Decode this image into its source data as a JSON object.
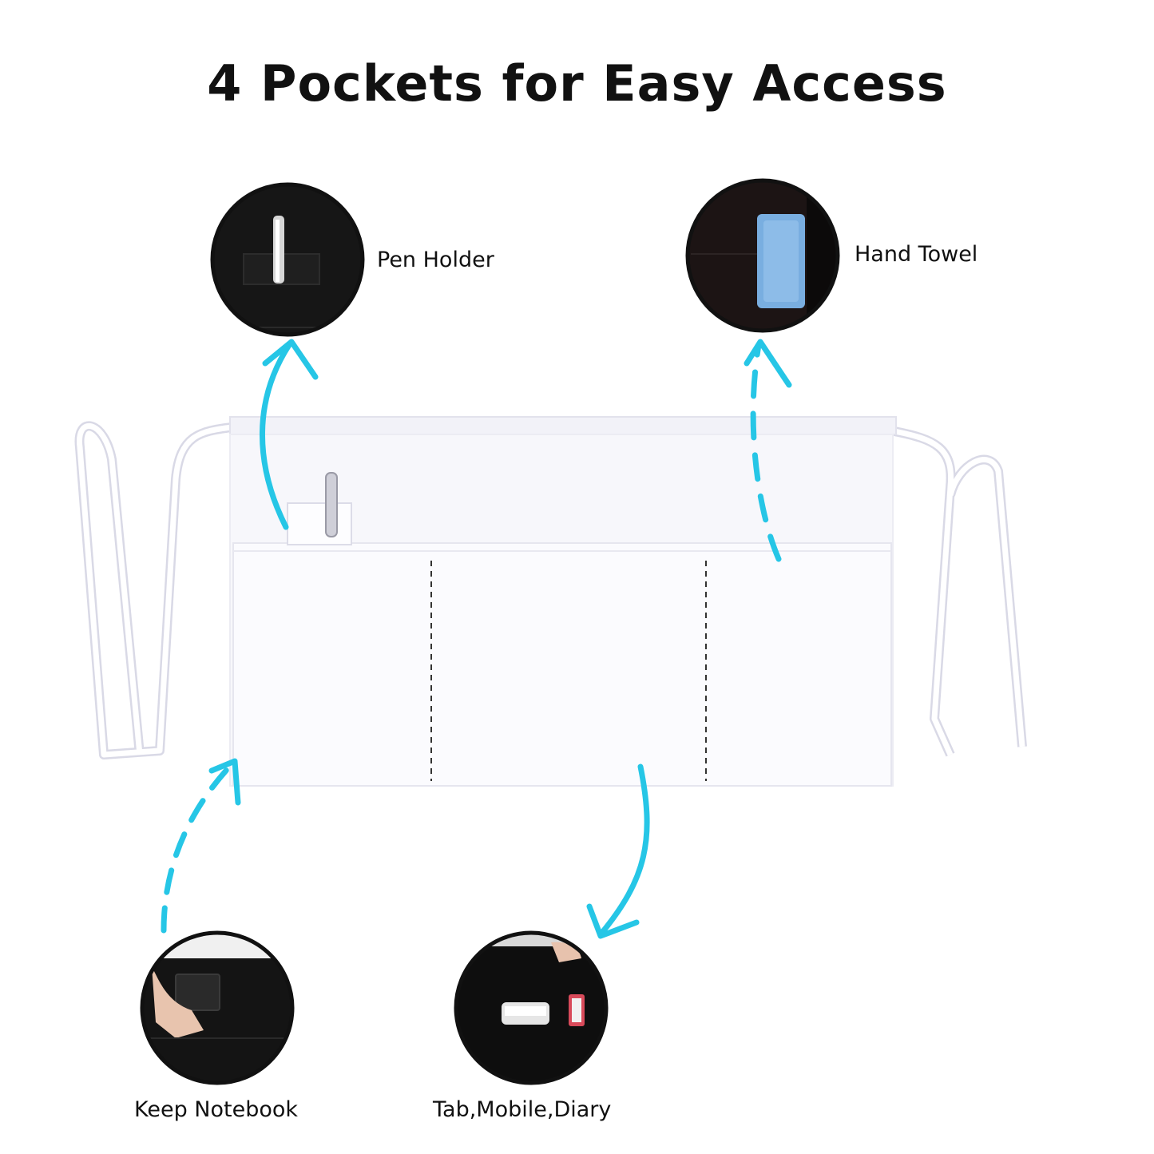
{
  "title": "4 Pockets for Easy Access",
  "features": {
    "pen_holder": "Pen Holder",
    "hand_towel": "Hand Towel",
    "keep_notebook": "Keep Notebook",
    "tab_mobile_diary": "Tab,Mobile,Diary"
  },
  "colors": {
    "arrow": "#26c6e6",
    "apron": "#f7f7fb",
    "closeup_fabric": "#161616",
    "towel": "#79aee0"
  }
}
